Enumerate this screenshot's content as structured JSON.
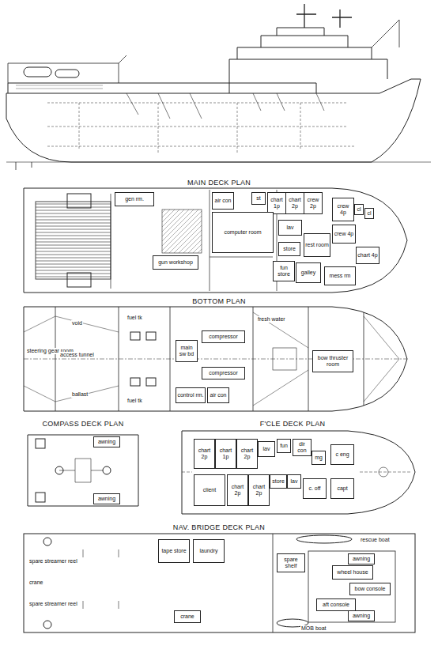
{
  "diagram": {
    "nodes": [
      {
        "text": [
          "gen rm."
        ]
      },
      {
        "text": [
          "gun workshop"
        ]
      },
      {
        "text": [
          "air con"
        ]
      },
      {
        "text": [
          "st"
        ]
      },
      {
        "text": [
          "chart 1p"
        ]
      },
      {
        "text": [
          "chart 2p"
        ]
      },
      {
        "text": [
          "crew 2p"
        ]
      },
      {
        "text": [
          "crew 4p"
        ]
      },
      {
        "text": [
          "cl"
        ]
      },
      {
        "text": [
          "cl"
        ]
      },
      {
        "text": [
          "computer room"
        ]
      },
      {
        "text": [
          "lav"
        ]
      },
      {
        "text": [
          "store"
        ]
      },
      {
        "text": [
          "rest room"
        ]
      },
      {
        "text": [
          "crew 4p"
        ]
      },
      {
        "text": [
          "chart 4p"
        ]
      },
      {
        "text": [
          "fun store"
        ]
      },
      {
        "text": [
          "galley"
        ]
      },
      {
        "text": [
          "mess rm"
        ]
      },
      {
        "text": [
          "compressor"
        ]
      },
      {
        "text": [
          "main sw bd"
        ]
      },
      {
        "text": [
          "compressor"
        ]
      },
      {
        "text": [
          "control rm."
        ]
      },
      {
        "text": [
          "air con"
        ]
      },
      {
        "text": [
          "bow thruster room"
        ]
      },
      {
        "text": [
          "chart 2p"
        ]
      },
      {
        "text": [
          "chart 1p"
        ]
      },
      {
        "text": [
          "chart 2p"
        ]
      },
      {
        "text": [
          "lav"
        ]
      },
      {
        "text": [
          "fun"
        ]
      },
      {
        "text": [
          "dir con"
        ]
      },
      {
        "text": [
          "mg"
        ]
      },
      {
        "text": [
          "c eng"
        ]
      },
      {
        "text": [
          "client"
        ]
      },
      {
        "text": [
          "chart 2p"
        ]
      },
      {
        "text": [
          "chart 2p"
        ]
      },
      {
        "text": [
          "store"
        ]
      },
      {
        "text": [
          "lav"
        ]
      },
      {
        "text": [
          "c. off"
        ]
      },
      {
        "text": [
          "capt"
        ]
      },
      {
        "text": [
          "awning"
        ]
      },
      {
        "text": [
          "awning"
        ]
      },
      {
        "text": [
          "tape store"
        ]
      },
      {
        "text": [
          "laundry"
        ]
      },
      {
        "text": [
          "spare shelf"
        ]
      },
      {
        "text": [
          "wheel house"
        ]
      },
      {
        "text": [
          "bow console"
        ]
      },
      {
        "text": [
          "aft console"
        ]
      },
      {
        "text": [
          "awning"
        ]
      },
      {
        "text": [
          "awning"
        ]
      },
      {
        "text": [
          "crane"
        ]
      }
    ],
    "labels": [
      "MAIN DECK PLAN",
      "BOTTOM PLAN",
      "COMPASS DECK PLAN",
      "F'CLE DECK PLAN",
      "NAV. BRIDGE DECK PLAN",
      "steering gear room",
      "access tunnel",
      "void",
      "ballast",
      "fuel tk",
      "fuel tk",
      "fresh water",
      "spare streamer reel",
      "spare streamer reel",
      "crane",
      "rescue boat",
      "MOB boat"
    ]
  }
}
